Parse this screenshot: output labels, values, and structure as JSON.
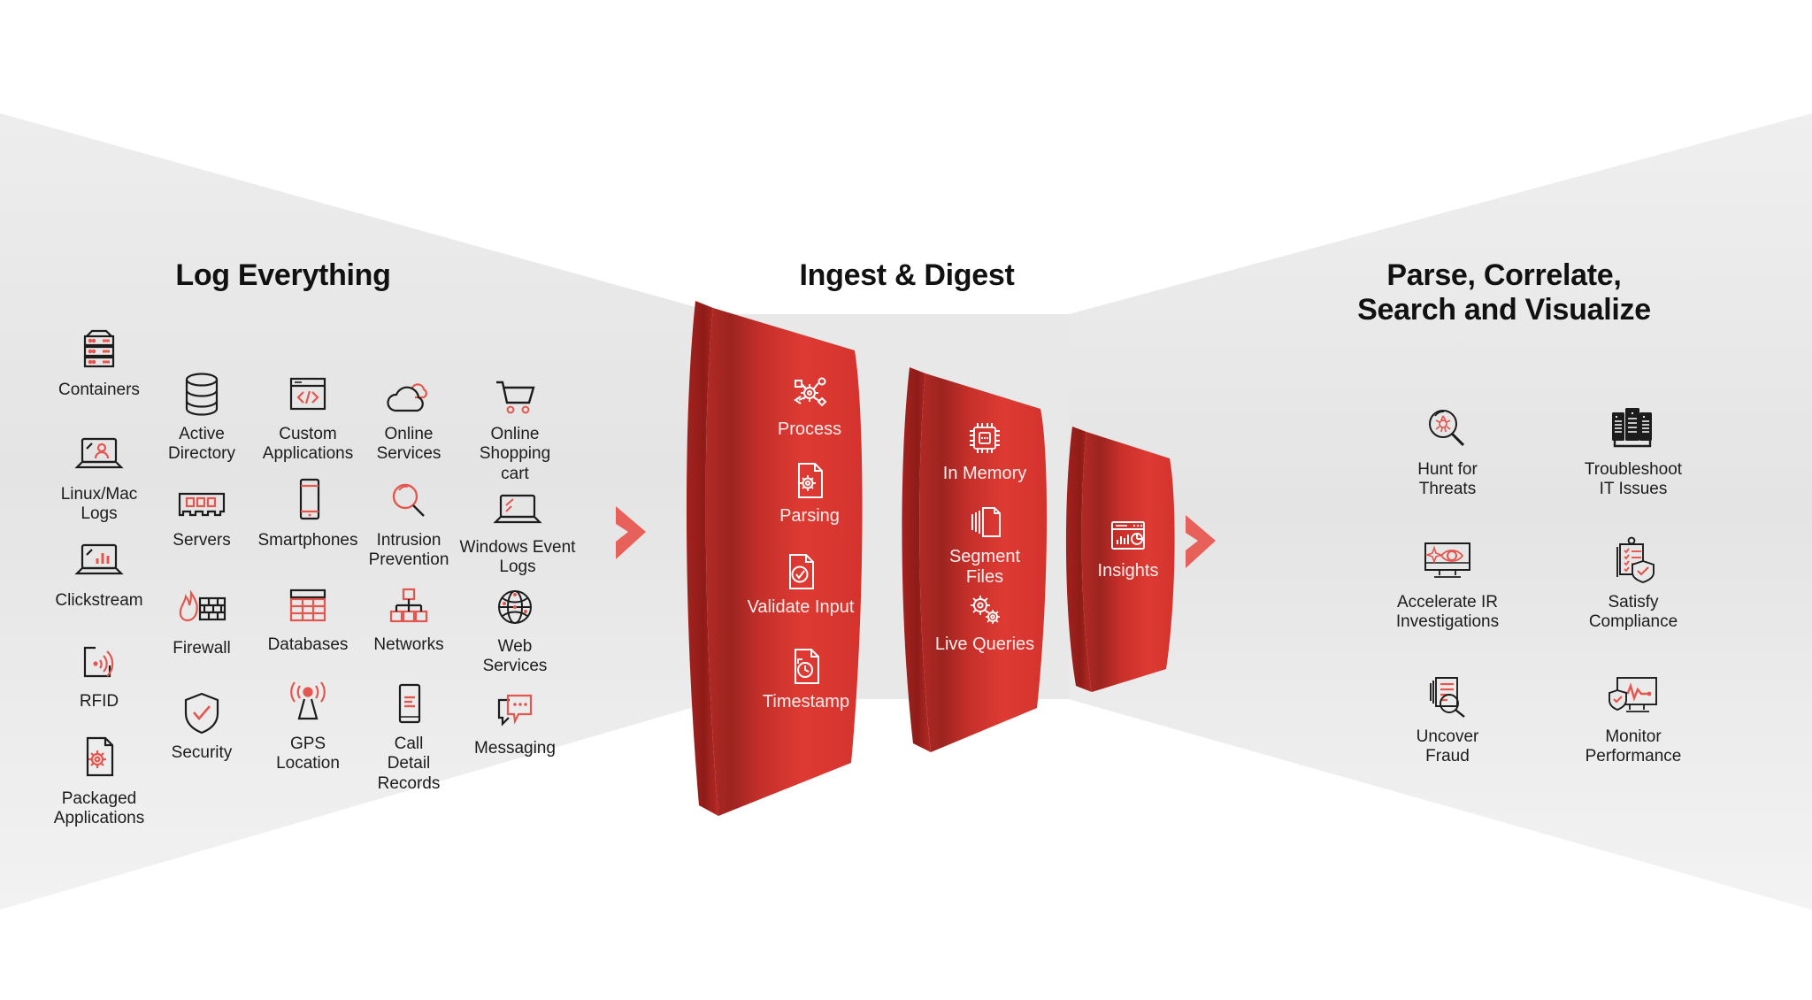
{
  "colors": {
    "brand_red": "#D8332E",
    "brand_red_dark": "#A61F1C",
    "brand_red_light": "#E8564C",
    "accent_coral": "#E8605A",
    "ink": "#1C1C1C",
    "bg_gray": "#E6E6E6",
    "bg_white": "#FFFFFF"
  },
  "sections": {
    "log": {
      "title": "Log Everything"
    },
    "ingest": {
      "title": "Ingest & Digest"
    },
    "parse": {
      "title": "Parse, Correlate,\nSearch and Visualize"
    }
  },
  "arrows": [
    {
      "name": "arrow-into-funnel",
      "label": "chevron-right"
    },
    {
      "name": "arrow-out-of-funnel",
      "label": "chevron-right"
    }
  ],
  "log_sources": {
    "column_1": [
      {
        "icon": "containers-icon",
        "label": "Containers"
      },
      {
        "icon": "laptop-user-icon",
        "label": "Linux/Mac\nLogs"
      },
      {
        "icon": "laptop-chart-icon",
        "label": "Clickstream"
      },
      {
        "icon": "rfid-icon",
        "label": "RFID"
      },
      {
        "icon": "document-gear-icon",
        "label": "Packaged\nApplications"
      }
    ],
    "column_2": [
      {
        "icon": "database-icon",
        "label": "Active\nDirectory"
      },
      {
        "icon": "memory-module-icon",
        "label": "Servers"
      },
      {
        "icon": "firewall-flame-icon",
        "label": "Firewall"
      },
      {
        "icon": "shield-check-icon",
        "label": "Security"
      }
    ],
    "column_3": [
      {
        "icon": "code-window-icon",
        "label": "Custom\nApplications"
      },
      {
        "icon": "smartphone-icon",
        "label": "Smartphones"
      },
      {
        "icon": "database-table-icon",
        "label": "Databases"
      },
      {
        "icon": "broadcast-tower-icon",
        "label": "GPS\nLocation"
      }
    ],
    "column_4": [
      {
        "icon": "cloud-icon",
        "label": "Online\nServices"
      },
      {
        "icon": "magnifier-icon",
        "label": "Intrusion\nPrevention"
      },
      {
        "icon": "network-nodes-icon",
        "label": "Networks"
      },
      {
        "icon": "phone-records-icon",
        "label": "Call\nDetail\nRecords"
      }
    ],
    "column_5": [
      {
        "icon": "shopping-cart-icon",
        "label": "Online\nShopping\ncart"
      },
      {
        "icon": "laptop-windows-icon",
        "label": "Windows Event\nLogs"
      },
      {
        "icon": "globe-icon",
        "label": "Web\nServices"
      },
      {
        "icon": "chat-bubbles-icon",
        "label": "Messaging"
      }
    ]
  },
  "funnels": [
    {
      "name": "funnel-stage-1",
      "items": [
        {
          "icon": "process-flow-icon",
          "label": "Process"
        },
        {
          "icon": "document-gear-icon",
          "label": "Parsing"
        },
        {
          "icon": "document-check-icon",
          "label": "Validate Input"
        },
        {
          "icon": "document-clock-icon",
          "label": "Timestamp"
        }
      ]
    },
    {
      "name": "funnel-stage-2",
      "items": [
        {
          "icon": "cpu-chip-icon",
          "label": "In Memory"
        },
        {
          "icon": "stacked-files-icon",
          "label": "Segment\nFiles"
        },
        {
          "icon": "gears-icon",
          "label": "Live Queries"
        }
      ]
    },
    {
      "name": "funnel-stage-3",
      "items": [
        {
          "icon": "dashboard-chart-icon",
          "label": "Insights"
        }
      ]
    }
  ],
  "outcomes": {
    "column_1": [
      {
        "icon": "threat-magnifier-icon",
        "label": "Hunt for\nThreats"
      },
      {
        "icon": "monitor-eye-icon",
        "label": "Accelerate IR\nInvestigations"
      },
      {
        "icon": "document-magnifier-icon",
        "label": "Uncover\nFraud"
      }
    ],
    "column_2": [
      {
        "icon": "server-racks-icon",
        "label": "Troubleshoot\nIT Issues"
      },
      {
        "icon": "clipboard-shield-icon",
        "label": "Satisfy\nCompliance"
      },
      {
        "icon": "monitor-pulse-icon",
        "label": "Monitor\nPerformance"
      }
    ]
  }
}
